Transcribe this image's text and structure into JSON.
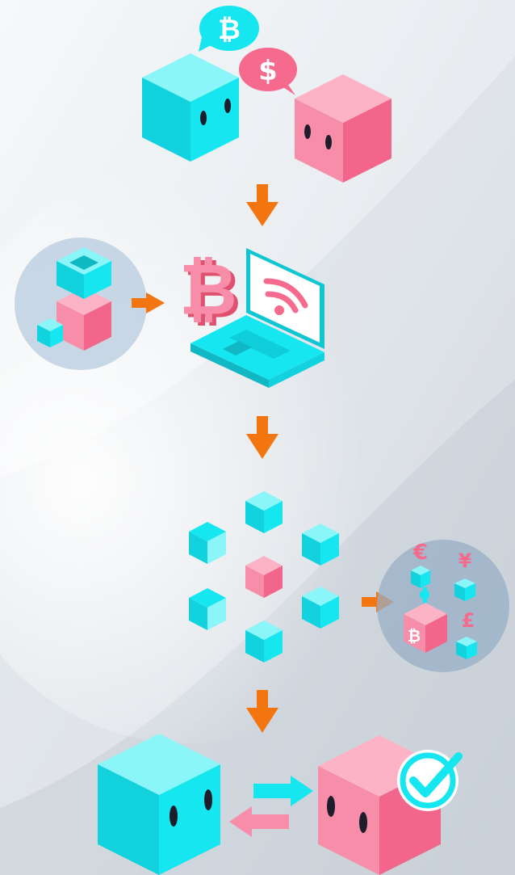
{
  "colors": {
    "cyan": "#16E6F0",
    "cyan_dark": "#10C3CF",
    "pink": "#F56A8D",
    "pink_light": "#FA92AC",
    "orange_arrow": "#F2750F",
    "background": "#E9EDF1"
  },
  "glyphs": {
    "bitcoin": "₿",
    "dollar": "$",
    "euro": "€",
    "yen": "¥",
    "pound": "£",
    "check": "✓"
  },
  "steps": [
    {
      "id": "trade-request",
      "icons": [
        "bitcoin-speech-bubble-icon",
        "dollar-speech-bubble-icon"
      ]
    },
    {
      "id": "broadcast-transaction",
      "icons": [
        "block-stack-icon",
        "bitcoin-symbol-icon",
        "laptop-wifi-icon"
      ]
    },
    {
      "id": "network-nodes",
      "icons": [
        "node-cube-icon",
        "currency-exchange-icon"
      ]
    },
    {
      "id": "transfer-complete",
      "icons": [
        "exchange-arrows-icon",
        "checkmark-icon"
      ]
    }
  ]
}
